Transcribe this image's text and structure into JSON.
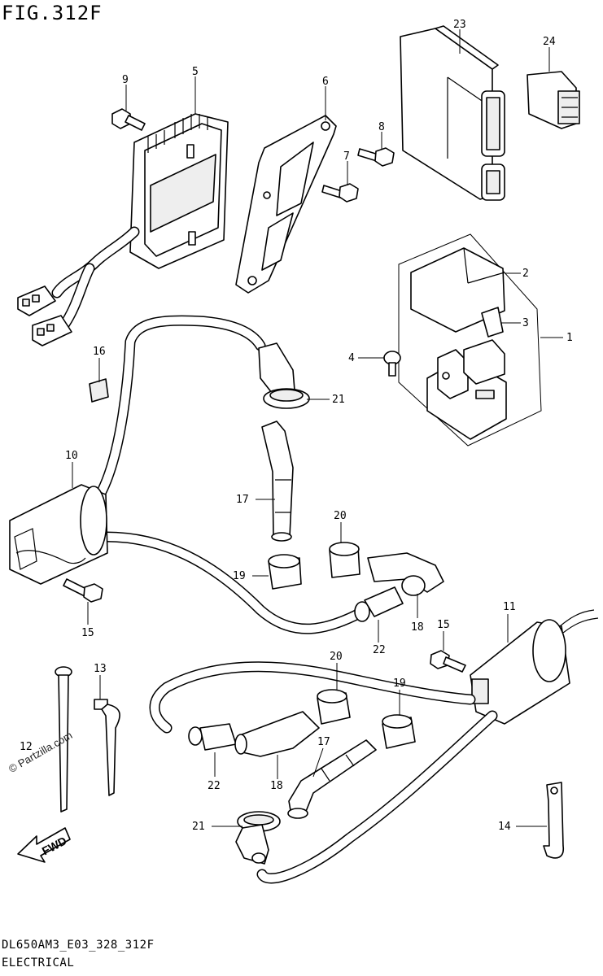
{
  "figure_title": "FIG.312F",
  "footer": {
    "code": "DL650AM3_E03_328_312F",
    "section": "ELECTRICAL"
  },
  "watermark": "© Partzilla.com",
  "direction_arrow": "FWD",
  "callouts": {
    "c1": "1",
    "c2": "2",
    "c3": "3",
    "c4": "4",
    "c5": "5",
    "c6": "6",
    "c7": "7",
    "c8": "8",
    "c9": "9",
    "c10": "10",
    "c11": "11",
    "c12": "12",
    "c13": "13",
    "c14": "14",
    "c15a": "15",
    "c15b": "15",
    "c16": "16",
    "c17a": "17",
    "c17b": "17",
    "c18a": "18",
    "c18b": "18",
    "c19a": "19",
    "c19b": "19",
    "c20a": "20",
    "c20b": "20",
    "c21a": "21",
    "c21b": "21",
    "c22a": "22",
    "c22b": "22",
    "c23": "23",
    "c24": "24"
  }
}
